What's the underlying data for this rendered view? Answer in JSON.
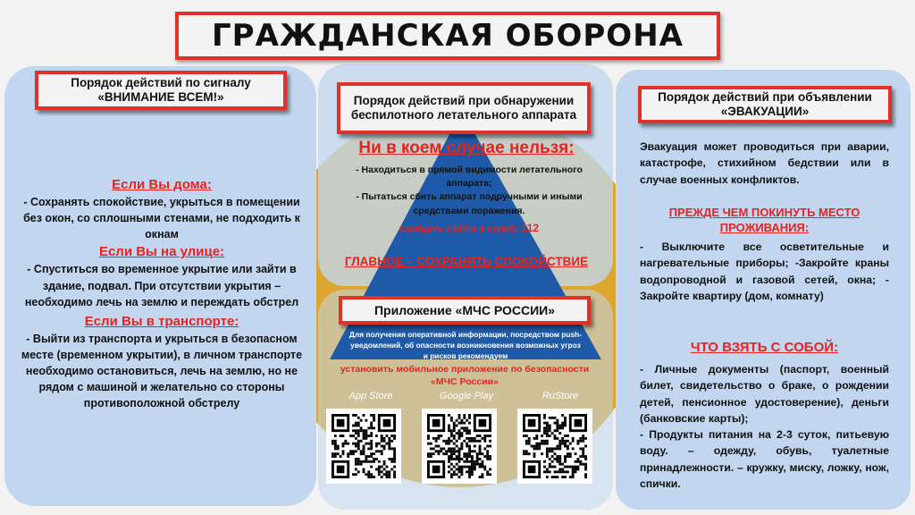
{
  "title": "ГРАЖДАНСКАЯ ОБОРОНА",
  "left": {
    "header": "Порядок действий по сигналу «ВНИМАНИЕ ВСЕМ!»",
    "home_heading": "Если Вы дома:",
    "home_text": "- Сохранять спокойствие, укрыться в помещении без окон, со сплошными стенами, не подходить к окнам",
    "street_heading": "Если Вы на улице:",
    "street_text": "- Спуститься во временное укрытие или зайти в здание, подвал. При отсутствии укрытия – необходимо лечь на землю и переждать обстрел",
    "transport_heading": "Если Вы в транспорте:",
    "transport_text": "- Выйти из транспорта и укрыться в безопасном месте (временном укрытии), в личном транспорте необходимо остановиться, лечь на землю, но не рядом с машиной и желательно со стороны противоположной обстрелу"
  },
  "center": {
    "header": "Порядок действий при обнаружении беспилотного летательного аппарата",
    "forbidden_heading": "Ни в коем случае нельзя:",
    "forbidden_1": "- Находиться в прямой видимости летательного аппарата;",
    "forbidden_2": "- Пытаться сбить аппарат подручными и иными средствами поражения.",
    "report_text": "Сообщить о БПЛА в службу",
    "report_number": "112",
    "main_text": "ГЛАВНОЕ – СОХРАНЯТЬ СПОКОЙСТВИЕ",
    "app_header": "Приложение «МЧС РОССИИ»",
    "app_desc": "Для получения оперативной информации, посредством push-уведомлений, об опасности возникновения возможных угроз и рисков рекомендуем",
    "app_install": "установить мобильное приложение по безопасности «МЧС России»",
    "stores": [
      "App Store",
      "Google Play",
      "RuStore"
    ]
  },
  "right": {
    "header": "Порядок действий при объявлении «ЭВАКУАЦИИ»",
    "intro": "Эвакуация может проводиться при аварии, катастрофе, стихийном бедствии или в случае военных конфликтов.",
    "before_heading": "ПРЕЖДЕ ЧЕМ ПОКИНУТЬ МЕСТО ПРОЖИВАНИЯ:",
    "before_text": "- Выключите все осветительные и нагревательные приборы; -Закройте краны водопроводной и газовой сетей, окна; - Закройте квартиру (дом, комнату)",
    "take_heading": "ЧТО ВЗЯТЬ С СОБОЙ:",
    "take_text_1": "- Личные документы (паспорт, военный билет, свидетельство о браке, о рождении детей, пенсионное удостоверение), деньги (банковские карты);",
    "take_text_2": "- Продукты питания на 2-3 суток, питьевую воду. – одежду, обувь, туалетные принадлежности. – кружку, миску, ложку, нож, спички."
  },
  "colors": {
    "accent_red": "#e52420",
    "panel_blue": "#c2d7ef",
    "pyramid_blue": "#1f5aa8",
    "circle_gold": "#dca630"
  }
}
